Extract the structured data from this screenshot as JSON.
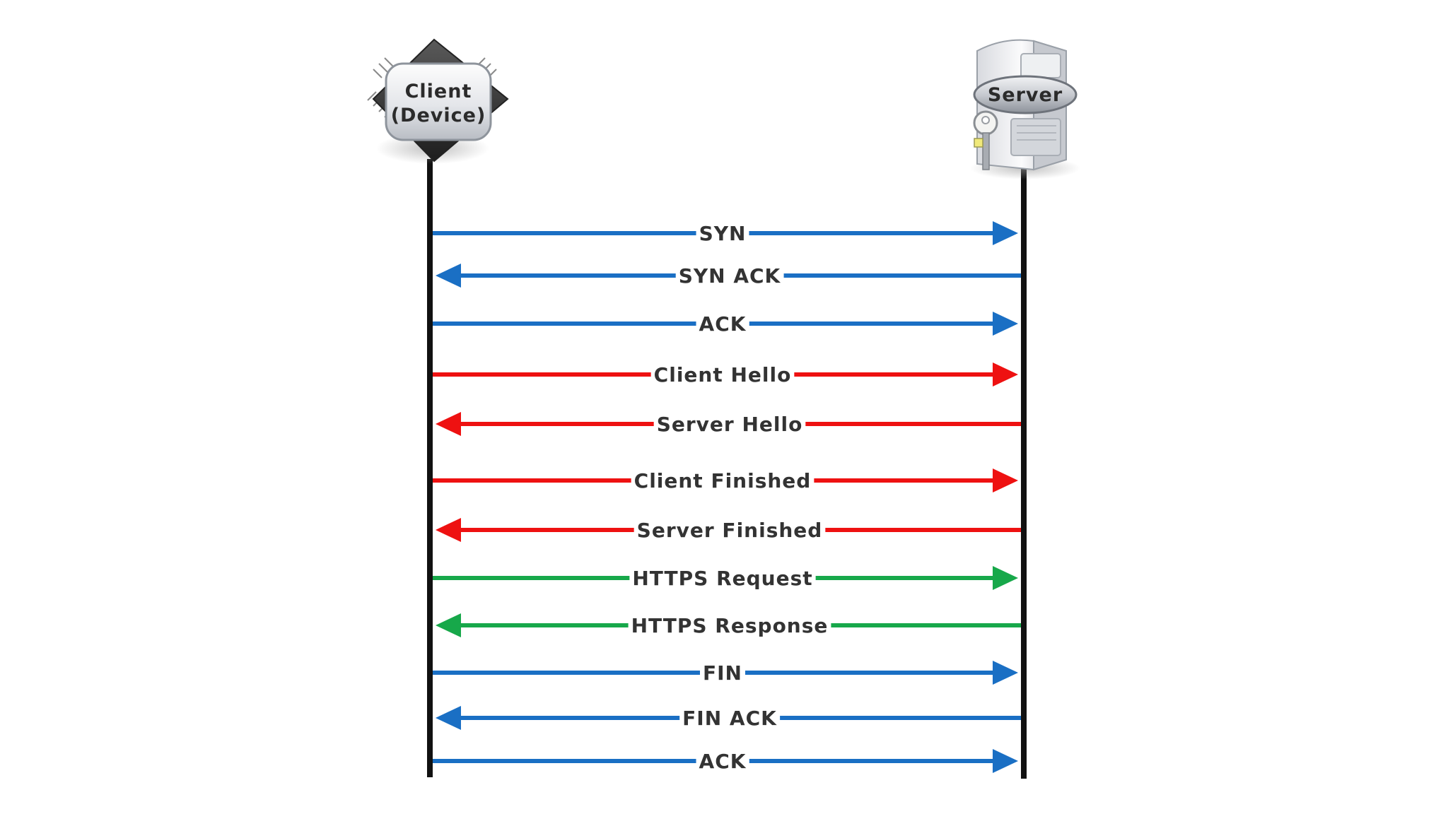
{
  "participants": {
    "client": {
      "line1": "Client",
      "line2": "(Device)"
    },
    "server": {
      "label": "Server"
    }
  },
  "colors": {
    "tcp": "#1a6fc4",
    "tls": "#ee1111",
    "http": "#17a84a",
    "lifeline": "#111111"
  },
  "messages": [
    {
      "label": "SYN",
      "direction": "client-to-server",
      "phase": "tcp"
    },
    {
      "label": "SYN ACK",
      "direction": "server-to-client",
      "phase": "tcp"
    },
    {
      "label": "ACK",
      "direction": "client-to-server",
      "phase": "tcp"
    },
    {
      "label": "Client Hello",
      "direction": "client-to-server",
      "phase": "tls"
    },
    {
      "label": "Server Hello",
      "direction": "server-to-client",
      "phase": "tls"
    },
    {
      "label": "Client Finished",
      "direction": "client-to-server",
      "phase": "tls"
    },
    {
      "label": "Server Finished",
      "direction": "server-to-client",
      "phase": "tls"
    },
    {
      "label": "HTTPS Request",
      "direction": "client-to-server",
      "phase": "http"
    },
    {
      "label": "HTTPS Response",
      "direction": "server-to-client",
      "phase": "http"
    },
    {
      "label": "FIN",
      "direction": "client-to-server",
      "phase": "tcp"
    },
    {
      "label": "FIN ACK",
      "direction": "server-to-client",
      "phase": "tcp"
    },
    {
      "label": "ACK",
      "direction": "client-to-server",
      "phase": "tcp"
    }
  ]
}
